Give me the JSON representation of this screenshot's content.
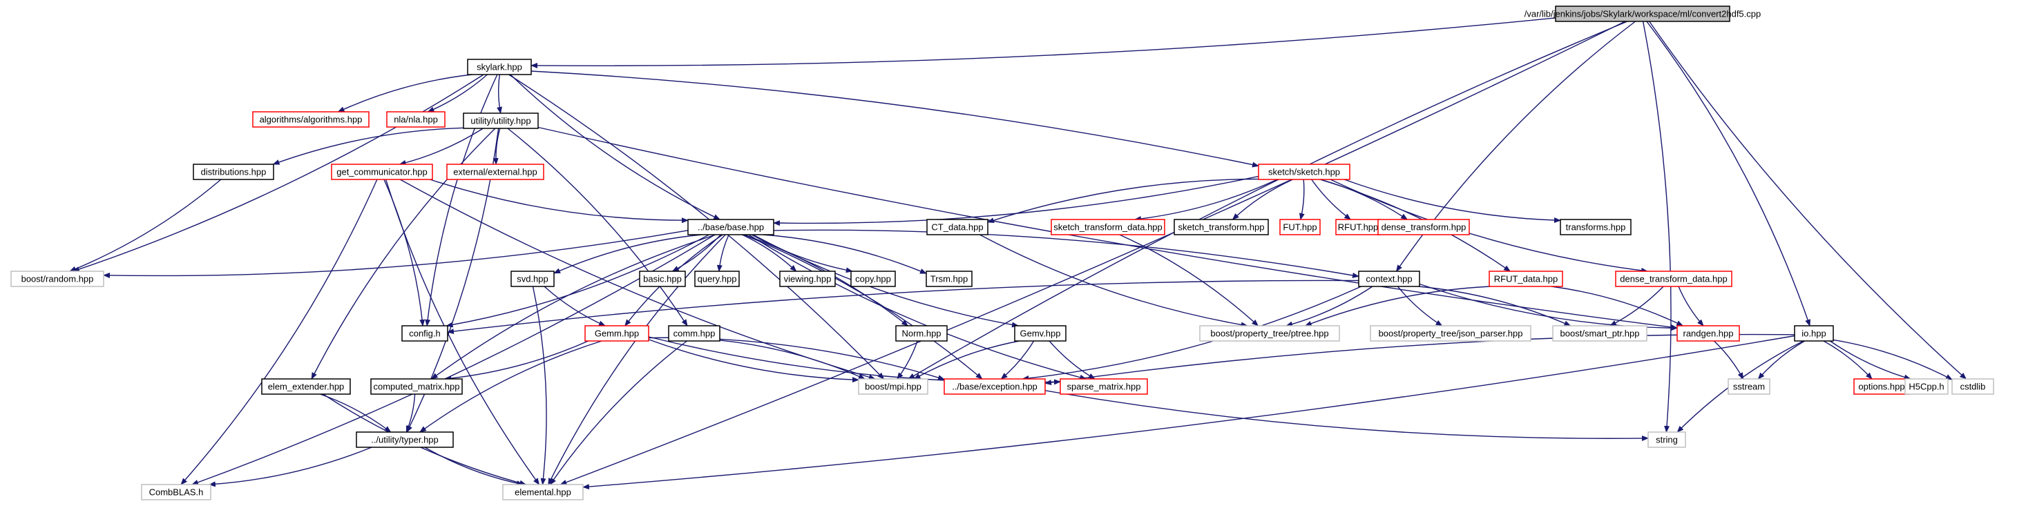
{
  "colors": {
    "background": "#ffffff",
    "edge": "#191970",
    "normal_border": "#000000",
    "missing_border": "#ff0000",
    "external_border": "#bfbfbf",
    "root_fill": "#bfbfbf",
    "text": "#000000"
  },
  "nodes": [
    {
      "id": "root",
      "label": "/var/lib/jenkins/jobs/Skylark/workspace/ml/convert2hdf5.cpp",
      "style": "root",
      "interactable": true
    },
    {
      "id": "skylark",
      "label": "skylark.hpp",
      "style": "normal",
      "interactable": true
    },
    {
      "id": "algorithms",
      "label": "algorithms/algorithms.hpp",
      "style": "missing",
      "interactable": false
    },
    {
      "id": "nla",
      "label": "nla/nla.hpp",
      "style": "missing",
      "interactable": false
    },
    {
      "id": "utility",
      "label": "utility/utility.hpp",
      "style": "normal",
      "interactable": true
    },
    {
      "id": "distributions",
      "label": "distributions.hpp",
      "style": "normal",
      "interactable": true
    },
    {
      "id": "get_comm",
      "label": "get_communicator.hpp",
      "style": "missing",
      "interactable": false
    },
    {
      "id": "external",
      "label": "external/external.hpp",
      "style": "missing",
      "interactable": false
    },
    {
      "id": "sketch",
      "label": "sketch/sketch.hpp",
      "style": "missing",
      "interactable": false
    },
    {
      "id": "base",
      "label": "../base/base.hpp",
      "style": "normal",
      "interactable": true
    },
    {
      "id": "ct_data",
      "label": "CT_data.hpp",
      "style": "normal",
      "interactable": true
    },
    {
      "id": "st_data",
      "label": "sketch_transform_data.hpp",
      "style": "missing",
      "interactable": false
    },
    {
      "id": "st",
      "label": "sketch_transform.hpp",
      "style": "normal",
      "interactable": true
    },
    {
      "id": "fut",
      "label": "FUT.hpp",
      "style": "missing",
      "interactable": false
    },
    {
      "id": "rfut",
      "label": "RFUT.hpp",
      "style": "missing",
      "interactable": false
    },
    {
      "id": "dense_transform",
      "label": "dense_transform.hpp",
      "style": "missing",
      "interactable": false
    },
    {
      "id": "transforms",
      "label": "transforms.hpp",
      "style": "normal",
      "interactable": true
    },
    {
      "id": "boost_random",
      "label": "boost/random.hpp",
      "style": "external",
      "interactable": false
    },
    {
      "id": "svd",
      "label": "svd.hpp",
      "style": "normal",
      "interactable": true
    },
    {
      "id": "basic",
      "label": "basic.hpp",
      "style": "normal",
      "interactable": true
    },
    {
      "id": "query",
      "label": "query.hpp",
      "style": "normal",
      "interactable": true
    },
    {
      "id": "viewing",
      "label": "viewing.hpp",
      "style": "normal",
      "interactable": true
    },
    {
      "id": "copy",
      "label": "copy.hpp",
      "style": "normal",
      "interactable": true
    },
    {
      "id": "trsm",
      "label": "Trsm.hpp",
      "style": "normal",
      "interactable": true
    },
    {
      "id": "context",
      "label": "context.hpp",
      "style": "normal",
      "interactable": true
    },
    {
      "id": "rfut_data",
      "label": "RFUT_data.hpp",
      "style": "missing",
      "interactable": false
    },
    {
      "id": "dt_data",
      "label": "dense_transform_data.hpp",
      "style": "missing",
      "interactable": false
    },
    {
      "id": "config",
      "label": "config.h",
      "style": "normal",
      "interactable": true
    },
    {
      "id": "gemm",
      "label": "Gemm.hpp",
      "style": "missing",
      "interactable": false
    },
    {
      "id": "comm",
      "label": "comm.hpp",
      "style": "normal",
      "interactable": true
    },
    {
      "id": "norm",
      "label": "Norm.hpp",
      "style": "normal",
      "interactable": true
    },
    {
      "id": "gemv",
      "label": "Gemv.hpp",
      "style": "normal",
      "interactable": true
    },
    {
      "id": "ptree",
      "label": "boost/property_tree/ptree.hpp",
      "style": "external",
      "interactable": false
    },
    {
      "id": "json_parser",
      "label": "boost/property_tree/json_parser.hpp",
      "style": "external",
      "interactable": false
    },
    {
      "id": "smart_ptr",
      "label": "boost/smart_ptr.hpp",
      "style": "external",
      "interactable": false
    },
    {
      "id": "randgen",
      "label": "randgen.hpp",
      "style": "missing",
      "interactable": false
    },
    {
      "id": "io",
      "label": "io.hpp",
      "style": "normal",
      "interactable": true
    },
    {
      "id": "elem_extender",
      "label": "elem_extender.hpp",
      "style": "normal",
      "interactable": true
    },
    {
      "id": "computed_matrix",
      "label": "computed_matrix.hpp",
      "style": "normal",
      "interactable": true
    },
    {
      "id": "boost_mpi",
      "label": "boost/mpi.hpp",
      "style": "external",
      "interactable": false
    },
    {
      "id": "exception",
      "label": "../base/exception.hpp",
      "style": "missing",
      "interactable": false
    },
    {
      "id": "sparse_matrix",
      "label": "sparse_matrix.hpp",
      "style": "missing",
      "interactable": false
    },
    {
      "id": "sstream",
      "label": "sstream",
      "style": "external",
      "interactable": false
    },
    {
      "id": "options",
      "label": "options.hpp",
      "style": "missing",
      "interactable": false
    },
    {
      "id": "h5cpp",
      "label": "H5Cpp.h",
      "style": "external",
      "interactable": false
    },
    {
      "id": "cstdlib",
      "label": "cstdlib",
      "style": "external",
      "interactable": false
    },
    {
      "id": "typer",
      "label": "../utility/typer.hpp",
      "style": "normal",
      "interactable": true
    },
    {
      "id": "string",
      "label": "string",
      "style": "external",
      "interactable": false
    },
    {
      "id": "combblas",
      "label": "CombBLAS.h",
      "style": "external",
      "interactable": false
    },
    {
      "id": "elemental",
      "label": "elemental.hpp",
      "style": "external",
      "interactable": false
    }
  ],
  "edges": [
    [
      "root",
      "skylark"
    ],
    [
      "root",
      "context"
    ],
    [
      "root",
      "io"
    ],
    [
      "root",
      "cstdlib"
    ],
    [
      "root",
      "string"
    ],
    [
      "root",
      "boost_mpi"
    ],
    [
      "root",
      "elemental"
    ],
    [
      "skylark",
      "algorithms"
    ],
    [
      "skylark",
      "nla"
    ],
    [
      "skylark",
      "utility"
    ],
    [
      "skylark",
      "sketch"
    ],
    [
      "skylark",
      "base"
    ],
    [
      "skylark",
      "boost_random"
    ],
    [
      "skylark",
      "config"
    ],
    [
      "skylark",
      "boost_mpi"
    ],
    [
      "utility",
      "distributions"
    ],
    [
      "utility",
      "get_comm"
    ],
    [
      "utility",
      "external"
    ],
    [
      "utility",
      "comm"
    ],
    [
      "utility",
      "elem_extender"
    ],
    [
      "utility",
      "typer"
    ],
    [
      "utility",
      "randgen"
    ],
    [
      "distributions",
      "boost_random"
    ],
    [
      "get_comm",
      "base"
    ],
    [
      "get_comm",
      "config"
    ],
    [
      "get_comm",
      "boost_mpi"
    ],
    [
      "get_comm",
      "combblas"
    ],
    [
      "get_comm",
      "elemental"
    ],
    [
      "sketch",
      "base"
    ],
    [
      "sketch",
      "ct_data"
    ],
    [
      "sketch",
      "st_data"
    ],
    [
      "sketch",
      "st"
    ],
    [
      "sketch",
      "fut"
    ],
    [
      "sketch",
      "rfut"
    ],
    [
      "sketch",
      "dense_transform"
    ],
    [
      "sketch",
      "transforms"
    ],
    [
      "sketch",
      "rfut_data"
    ],
    [
      "sketch",
      "dt_data"
    ],
    [
      "base",
      "boost_random"
    ],
    [
      "base",
      "svd"
    ],
    [
      "base",
      "basic"
    ],
    [
      "base",
      "query"
    ],
    [
      "base",
      "viewing"
    ],
    [
      "base",
      "copy"
    ],
    [
      "base",
      "trsm"
    ],
    [
      "base",
      "gemm"
    ],
    [
      "base",
      "norm"
    ],
    [
      "base",
      "gemv"
    ],
    [
      "base",
      "config"
    ],
    [
      "base",
      "sparse_matrix"
    ],
    [
      "base",
      "exception"
    ],
    [
      "base",
      "computed_matrix"
    ],
    [
      "base",
      "context"
    ],
    [
      "base",
      "elemental"
    ],
    [
      "base",
      "combblas"
    ],
    [
      "ct_data",
      "ptree"
    ],
    [
      "st_data",
      "ptree"
    ],
    [
      "svd",
      "gemm"
    ],
    [
      "svd",
      "elemental"
    ],
    [
      "context",
      "config"
    ],
    [
      "context",
      "ptree"
    ],
    [
      "context",
      "json_parser"
    ],
    [
      "context",
      "smart_ptr"
    ],
    [
      "context",
      "randgen"
    ],
    [
      "context",
      "exception"
    ],
    [
      "rfut_data",
      "ptree"
    ],
    [
      "rfut_data",
      "randgen"
    ],
    [
      "dt_data",
      "randgen"
    ],
    [
      "dt_data",
      "smart_ptr"
    ],
    [
      "gemm",
      "boost_mpi"
    ],
    [
      "gemm",
      "computed_matrix"
    ],
    [
      "gemm",
      "typer"
    ],
    [
      "gemm",
      "exception"
    ],
    [
      "gemm",
      "sparse_matrix"
    ],
    [
      "comm",
      "boost_mpi"
    ],
    [
      "comm",
      "elemental"
    ],
    [
      "norm",
      "boost_mpi"
    ],
    [
      "gemv",
      "boost_mpi"
    ],
    [
      "gemv",
      "exception"
    ],
    [
      "gemv",
      "sparse_matrix"
    ],
    [
      "randgen",
      "sstream"
    ],
    [
      "io",
      "sstream"
    ],
    [
      "io",
      "options"
    ],
    [
      "io",
      "h5cpp"
    ],
    [
      "io",
      "cstdlib"
    ],
    [
      "io",
      "string"
    ],
    [
      "io",
      "elemental"
    ],
    [
      "io",
      "exception"
    ],
    [
      "elem_extender",
      "typer"
    ],
    [
      "elem_extender",
      "elemental"
    ],
    [
      "computed_matrix",
      "typer"
    ],
    [
      "exception",
      "string"
    ],
    [
      "typer",
      "combblas"
    ],
    [
      "typer",
      "elemental"
    ]
  ]
}
